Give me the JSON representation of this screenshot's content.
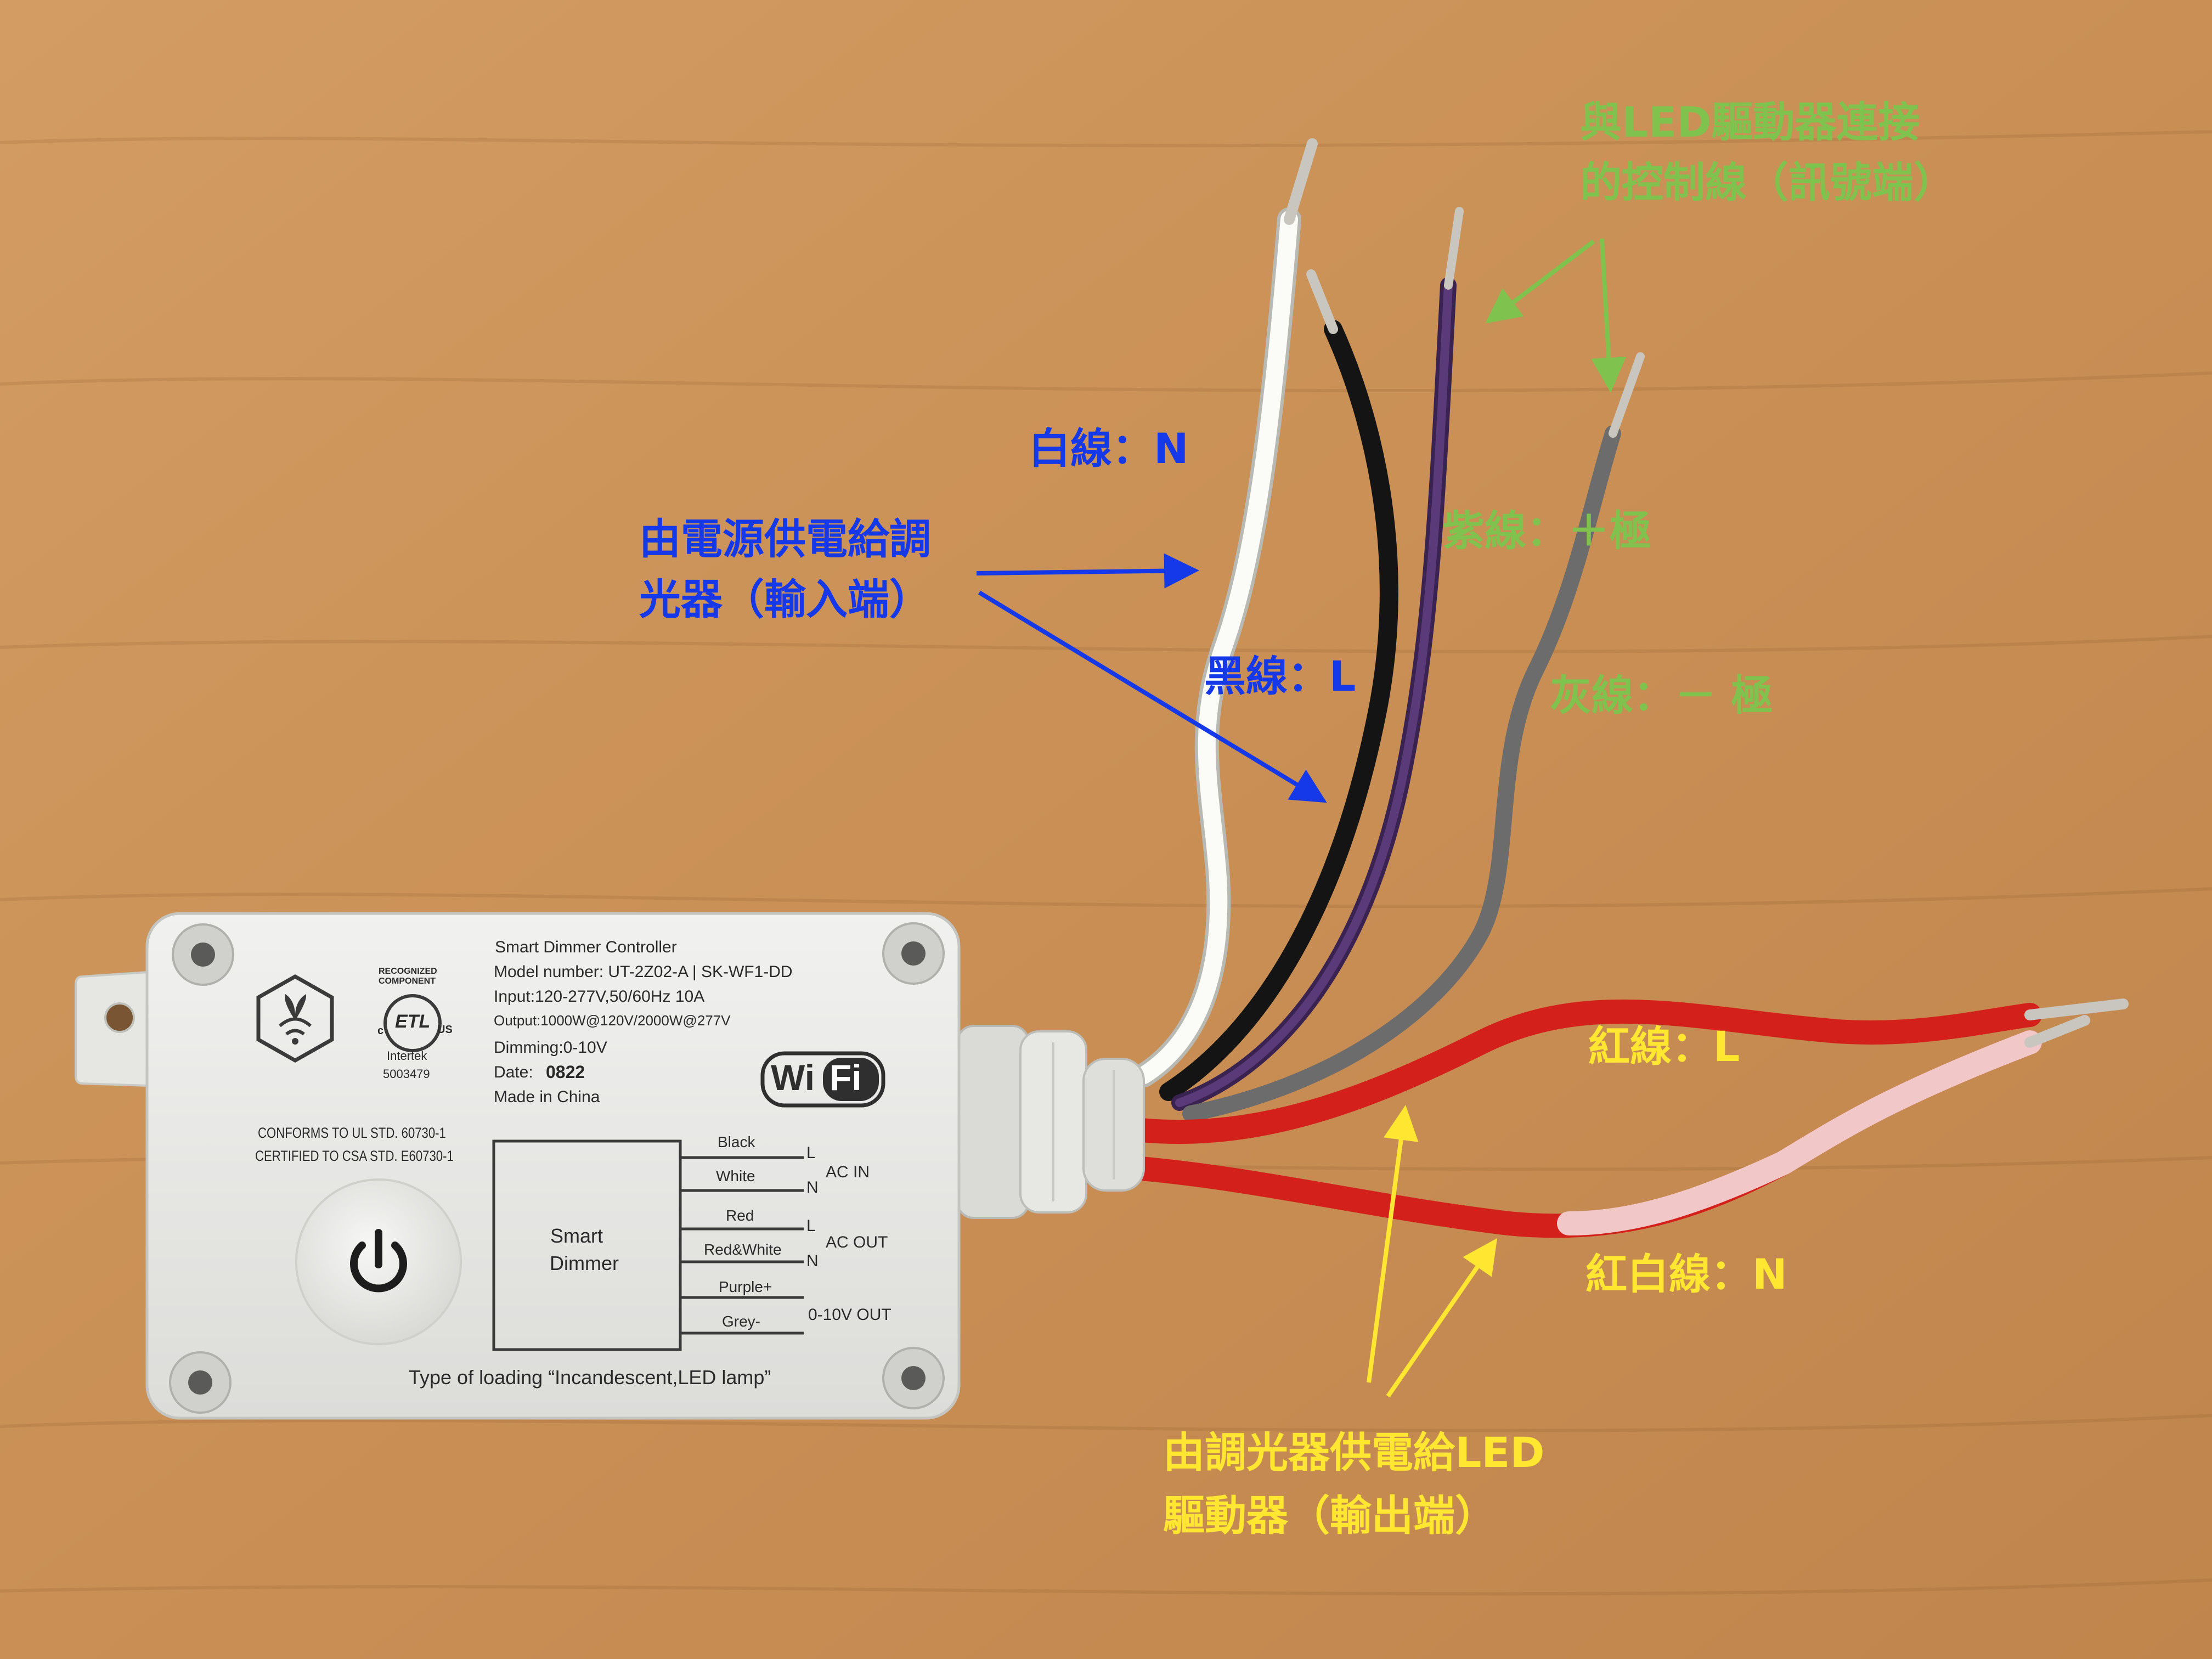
{
  "colors": {
    "blue_annotation": "#1538e8",
    "green_annotation": "#7fc24e",
    "yellow_annotation": "#ffe631",
    "wood_background": "#c8925a",
    "device_body": "#e9e9e7"
  },
  "device": {
    "title": "Smart Dimmer Controller",
    "model": "Model number: UT-2Z02-A | SK-WF1-DD",
    "input": "Input:120-277V,50/60Hz 10A",
    "output": "Output:1000W@120V/2000W@277V",
    "dimming": "Dimming:0-10V",
    "date_label": "Date:",
    "date_value": "0822",
    "origin": "Made in China",
    "wifi_left": "Wi",
    "wifi_right": "Fi",
    "cert_line1": "RECOGNIZED",
    "cert_line2": "COMPONENT",
    "cert_mark": "ETL",
    "cert_c": "c",
    "cert_us": "US",
    "intertek": "Intertek",
    "intertek_no": "5003479",
    "conforms": "CONFORMS TO UL STD. 60730-1",
    "certified": "CERTIFIED TO CSA STD. E60730-1",
    "box_label_1": "Smart",
    "box_label_2": "Dimmer",
    "footer": "Type of loading “Incandescent,LED lamp”",
    "power_icon": "power-icon",
    "brand_icon": "leaf-wifi-icon"
  },
  "wiring": {
    "black": "Black",
    "white": "White",
    "red": "Red",
    "red_white": "Red&White",
    "purple": "Purple+",
    "grey": "Grey-",
    "l1": "L",
    "n1": "N",
    "l2": "L",
    "n2": "N",
    "ac_in": "AC IN",
    "ac_out": "AC OUT",
    "out_010": "0-10V OUT"
  },
  "annotations": {
    "white_wire": "白線：N",
    "black_wire": "黑線：L",
    "input_line1": "由電源供電給調",
    "input_line2": "光器（輸入端）",
    "control_line1": "與LED驅動器連接",
    "control_line2": "的控制線（訊號端）",
    "purple_wire": "紫線：＋極",
    "grey_wire": "灰線：－ 極",
    "red_wire": "紅線：L",
    "red_white_wire": "紅白線：N",
    "output_line1": "由調光器供電給LED",
    "output_line2": "驅動器（輸出端）"
  }
}
